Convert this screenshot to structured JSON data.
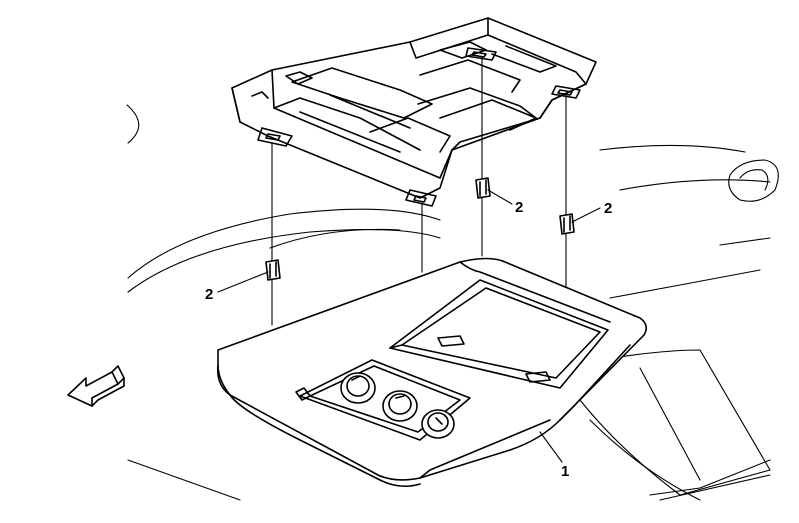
{
  "callouts": {
    "console": "1",
    "clip_left": "2",
    "clip_center": "2",
    "clip_right": "2"
  },
  "icons": {
    "direction": "front-arrow-icon"
  },
  "colors": {
    "line": "#000000",
    "background": "#ffffff"
  }
}
